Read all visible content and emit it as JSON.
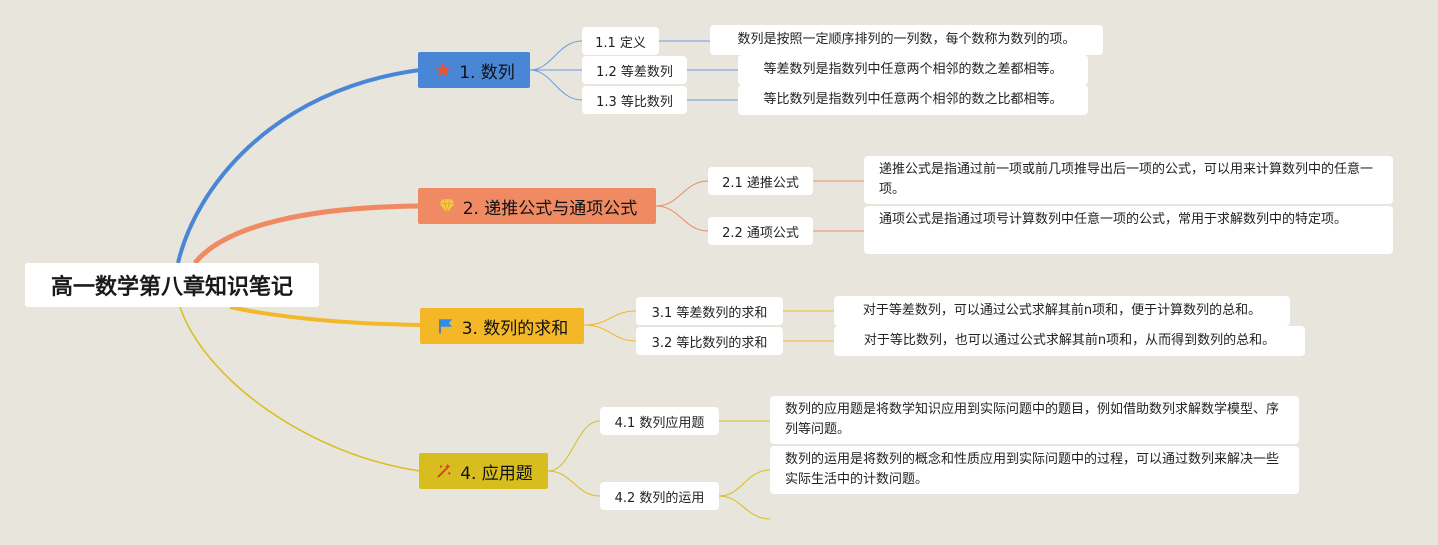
{
  "root": {
    "title": "高一数学第八章知识笔记"
  },
  "colors": {
    "background": "#e8e5dc",
    "branch1": "#4a86d6",
    "branch2": "#ef8a62",
    "branch3": "#f3b728",
    "branch4": "#d8bd1f"
  },
  "branches": [
    {
      "label": "1. 数列",
      "icon": "star-icon",
      "children": [
        {
          "label": "1.1 定义",
          "desc": "数列是按照一定顺序排列的一列数，每个数称为数列的项。"
        },
        {
          "label": "1.2 等差数列",
          "desc": "等差数列是指数列中任意两个相邻的数之差都相等。"
        },
        {
          "label": "1.3 等比数列",
          "desc": "等比数列是指数列中任意两个相邻的数之比都相等。"
        }
      ]
    },
    {
      "label": "2. 递推公式与通项公式",
      "icon": "gem-icon",
      "children": [
        {
          "label": "2.1 递推公式",
          "desc": "递推公式是指通过前一项或前几项推导出后一项的公式，可以用来计算数列中的任意一项。"
        },
        {
          "label": "2.2 通项公式",
          "desc": "通项公式是指通过项号计算数列中任意一项的公式，常用于求解数列中的特定项。"
        }
      ]
    },
    {
      "label": "3. 数列的求和",
      "icon": "flag-icon",
      "children": [
        {
          "label": "3.1 等差数列的求和",
          "desc": "对于等差数列，可以通过公式求解其前n项和，便于计算数列的总和。"
        },
        {
          "label": "3.2 等比数列的求和",
          "desc": "对于等比数列，也可以通过公式求解其前n项和，从而得到数列的总和。"
        }
      ]
    },
    {
      "label": "4. 应用题",
      "icon": "sparkle-icon",
      "children": [
        {
          "label": "4.1 数列应用题",
          "desc": "数列的应用题是将数学知识应用到实际问题中的题目，例如借助数列求解数学模型、序列等问题。"
        },
        {
          "label": "4.2 数列的运用",
          "desc": "数列的运用是将数列的概念和性质应用到实际问题中的过程，可以通过数列来解决一些实际生活中的计数问题。"
        }
      ]
    }
  ]
}
